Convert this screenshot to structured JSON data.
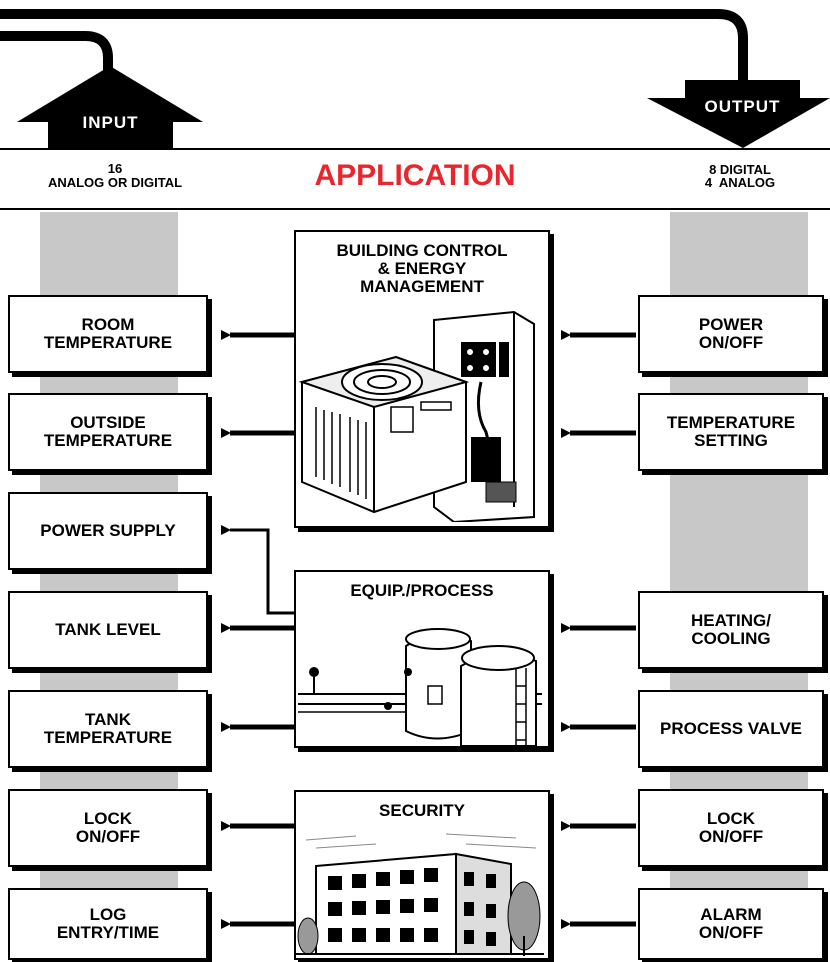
{
  "header": {
    "input_label": "INPUT",
    "output_label": "OUTPUT",
    "input_spec_line1": "16",
    "input_spec_line2": "ANALOG OR DIGITAL",
    "application_title": "APPLICATION",
    "output_spec_line1": "8 DIGITAL",
    "output_spec_line2": "4  ANALOG"
  },
  "colors": {
    "accent": "#e8262d",
    "column_gray": "#c8c8c8",
    "line": "#000000"
  },
  "inputs": [
    "ROOM\nTEMPERATURE",
    "OUTSIDE\nTEMPERATURE",
    "POWER SUPPLY",
    "TANK LEVEL",
    "TANK\nTEMPERATURE",
    "LOCK\nON/OFF",
    "LOG\nENTRY/TIME"
  ],
  "outputs": [
    "POWER\nON/OFF",
    "TEMPERATURE\nSETTING",
    "HEATING/\nCOOLING",
    "PROCESS VALVE",
    "LOCK\nON/OFF",
    "ALARM\nON/OFF"
  ],
  "applications": {
    "building": {
      "title": "BUILDING CONTROL\n& ENERGY\nMANAGEMENT",
      "image_icon": "hvac-equipment-icon"
    },
    "process": {
      "title": "EQUIP./PROCESS",
      "image_icon": "storage-tanks-icon"
    },
    "security": {
      "title": "SECURITY",
      "image_icon": "office-building-icon"
    }
  }
}
